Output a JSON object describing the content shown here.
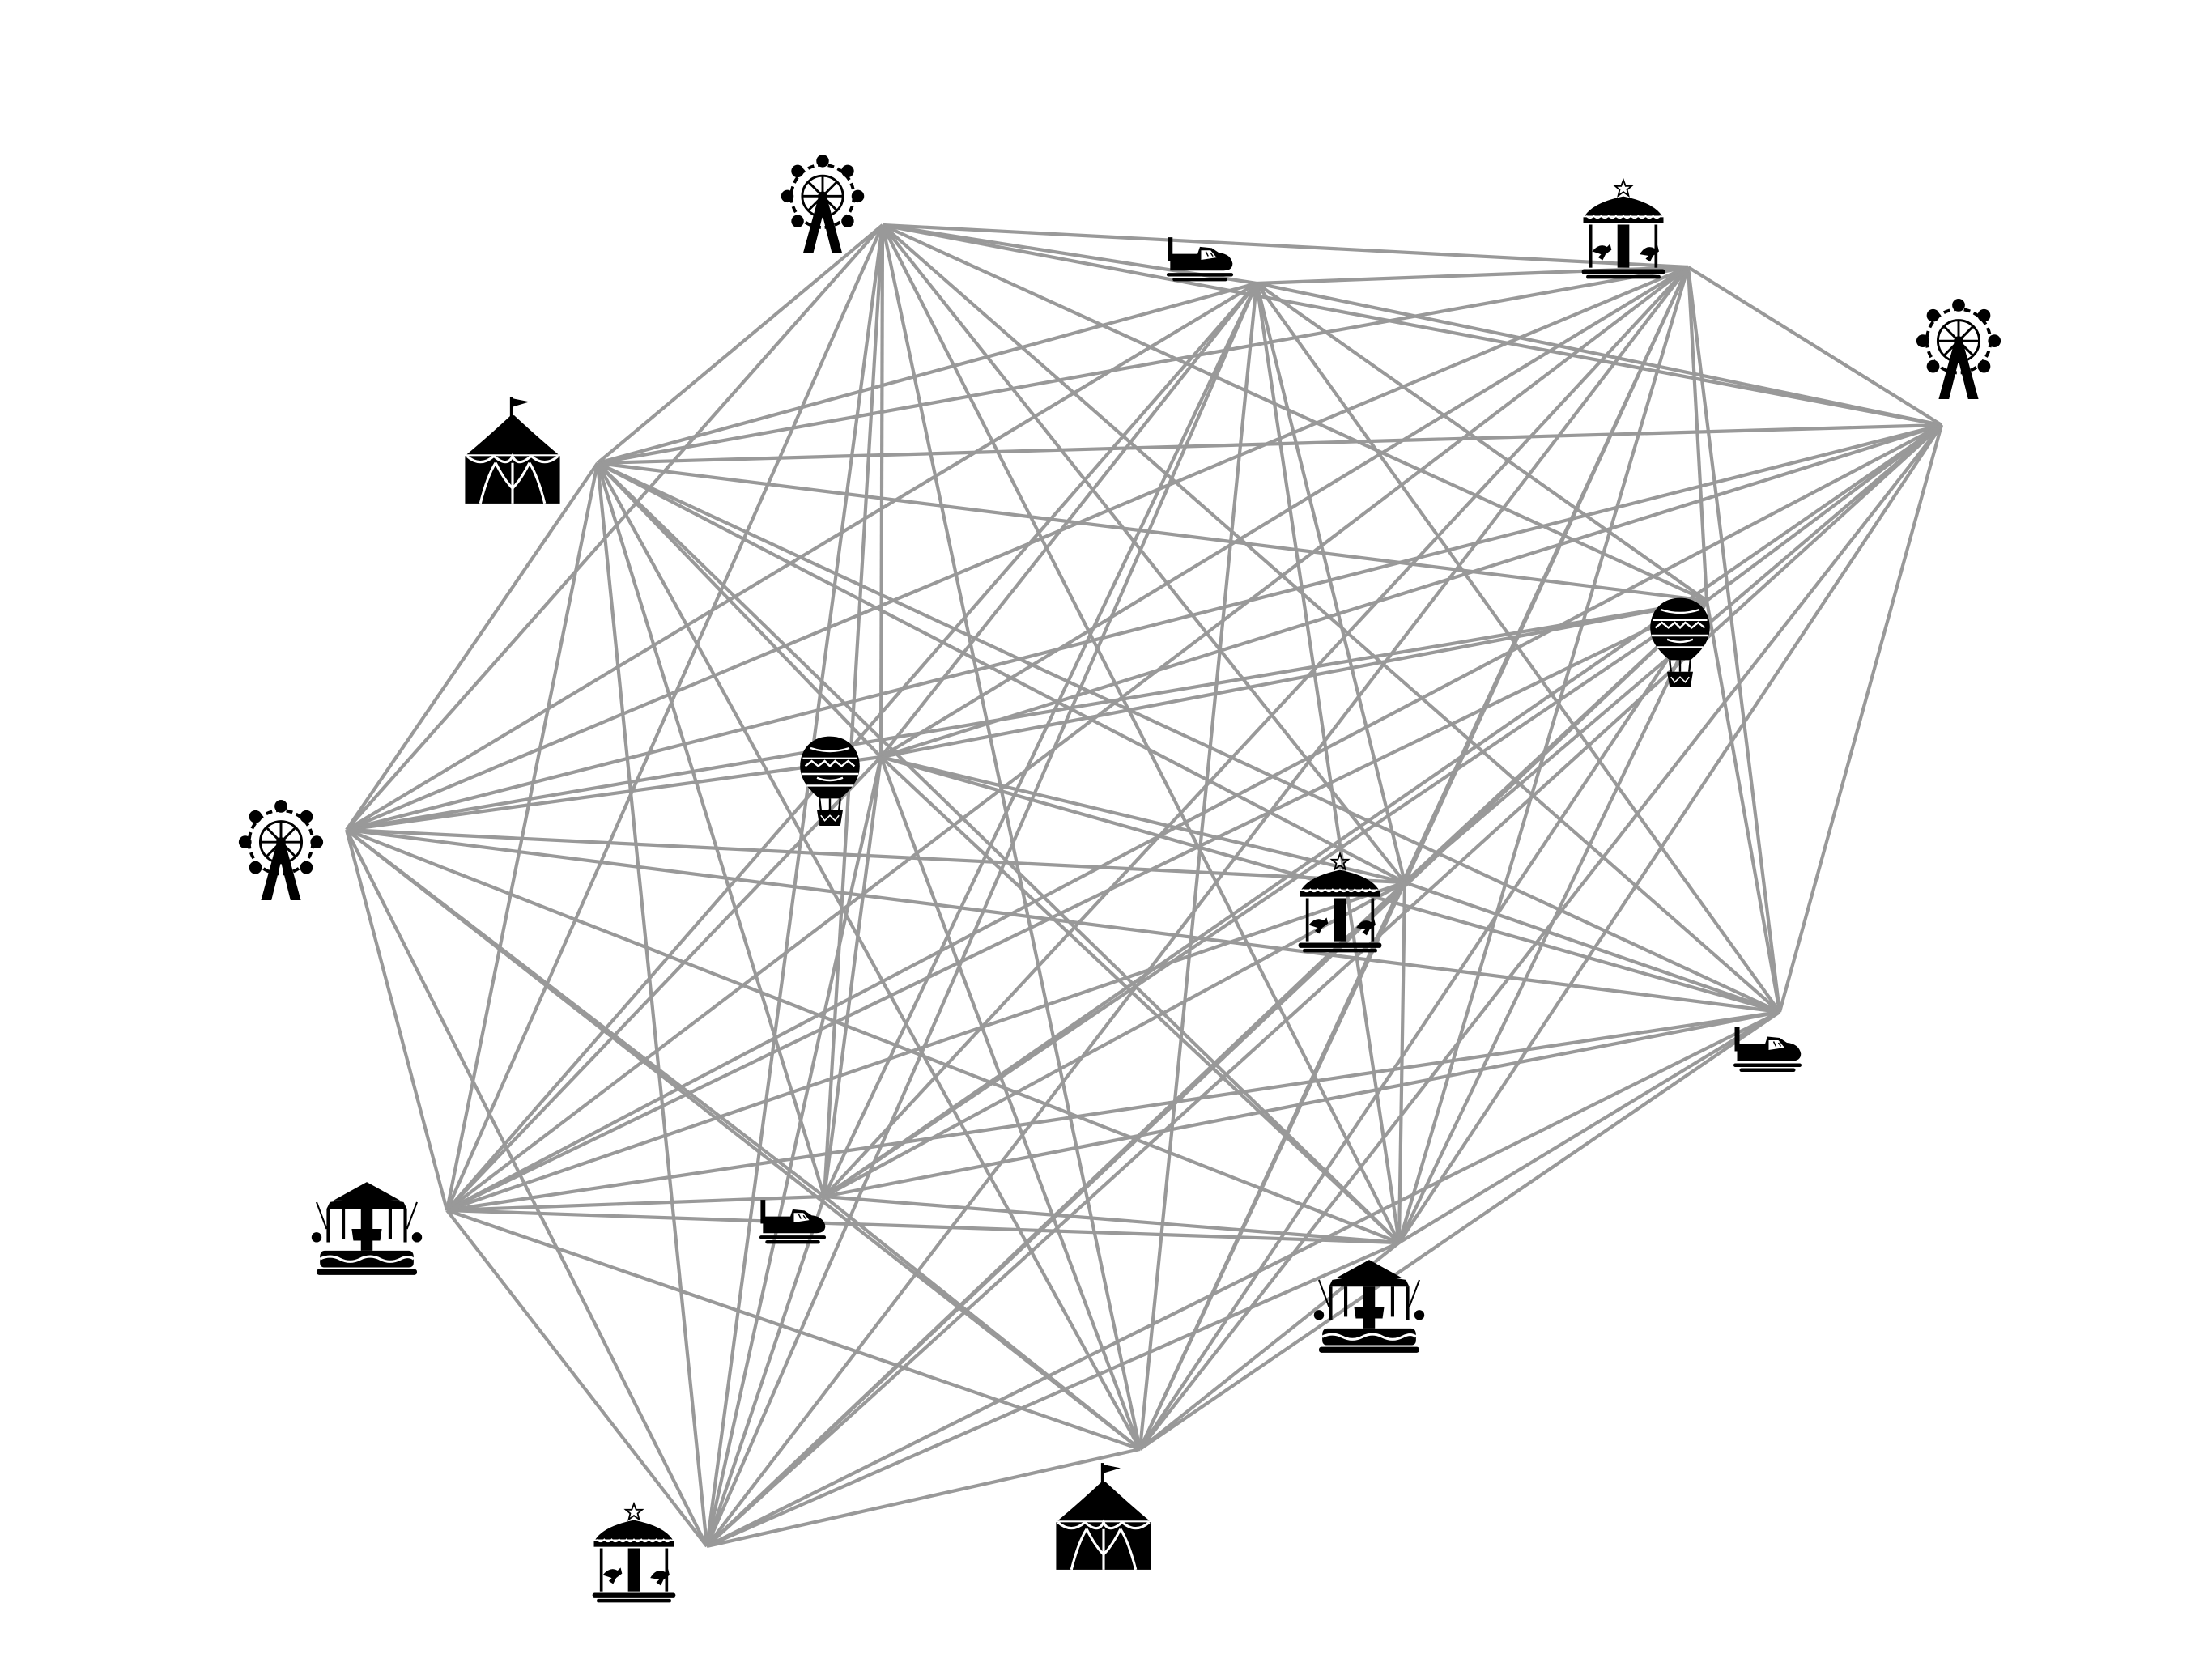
{
  "colors": {
    "edge": "#999999",
    "icon": "#000000",
    "background": "#ffffff"
  },
  "graph": {
    "layout": "complete-graph",
    "nodes": [
      {
        "id": "n1",
        "icon": "ferris-wheel-icon"
      },
      {
        "id": "n2",
        "icon": "bumper-car-icon"
      },
      {
        "id": "n3",
        "icon": "carousel-icon"
      },
      {
        "id": "n4",
        "icon": "ferris-wheel-icon"
      },
      {
        "id": "n5",
        "icon": "circus-tent-icon"
      },
      {
        "id": "n6",
        "icon": "hot-air-balloon-icon"
      },
      {
        "id": "n7",
        "icon": "hot-air-balloon-icon"
      },
      {
        "id": "n8",
        "icon": "ferris-wheel-icon"
      },
      {
        "id": "n9",
        "icon": "carousel-icon"
      },
      {
        "id": "n10",
        "icon": "bumper-car-icon"
      },
      {
        "id": "n11",
        "icon": "swing-carousel-icon"
      },
      {
        "id": "n12",
        "icon": "bumper-car-icon"
      },
      {
        "id": "n13",
        "icon": "swing-carousel-icon"
      },
      {
        "id": "n14",
        "icon": "circus-tent-icon"
      },
      {
        "id": "n15",
        "icon": "carousel-icon"
      }
    ]
  }
}
